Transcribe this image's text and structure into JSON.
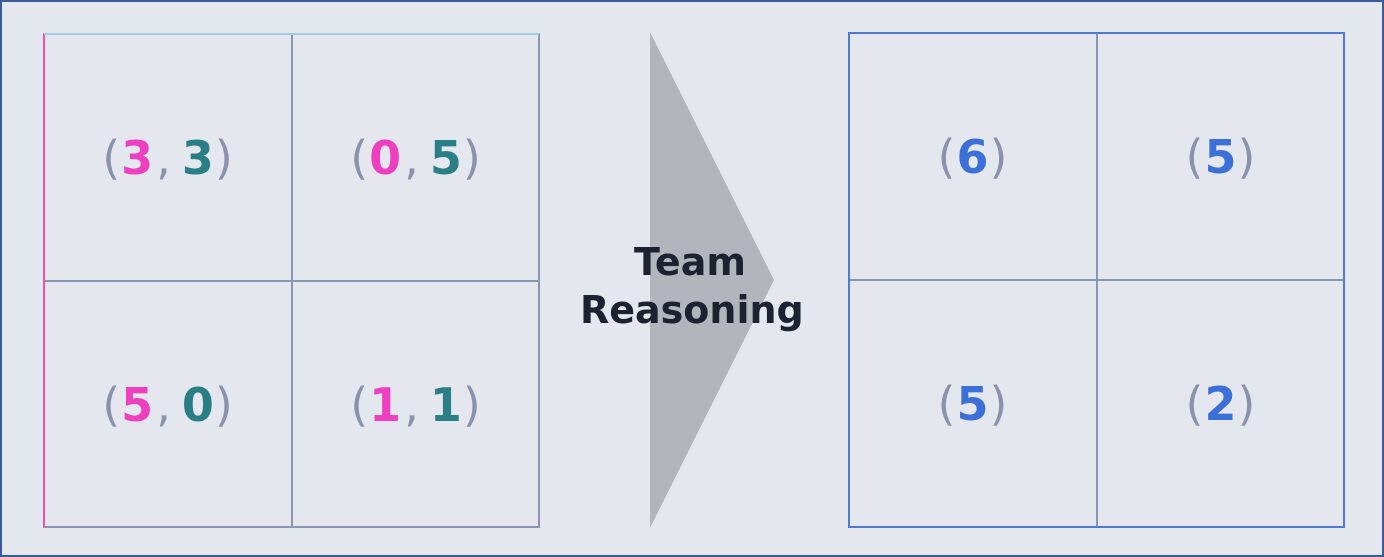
{
  "arrow": {
    "line1": "Team",
    "line2": "Reasoning"
  },
  "left_grid": {
    "cells": [
      {
        "a": "3",
        "b": "3"
      },
      {
        "a": "0",
        "b": "5"
      },
      {
        "a": "5",
        "b": "0"
      },
      {
        "a": "1",
        "b": "1"
      }
    ]
  },
  "right_grid": {
    "cells": [
      {
        "v": "6"
      },
      {
        "v": "5"
      },
      {
        "v": "5"
      },
      {
        "v": "2"
      }
    ]
  },
  "symbols": {
    "open": "(",
    "close": ")",
    "comma": ","
  },
  "colors": {
    "player1": "#ee3fc0",
    "player2": "#2a7f86",
    "team": "#3c6fd8",
    "arrow": "#b2b5bb",
    "frame": "#3a5a9e"
  }
}
